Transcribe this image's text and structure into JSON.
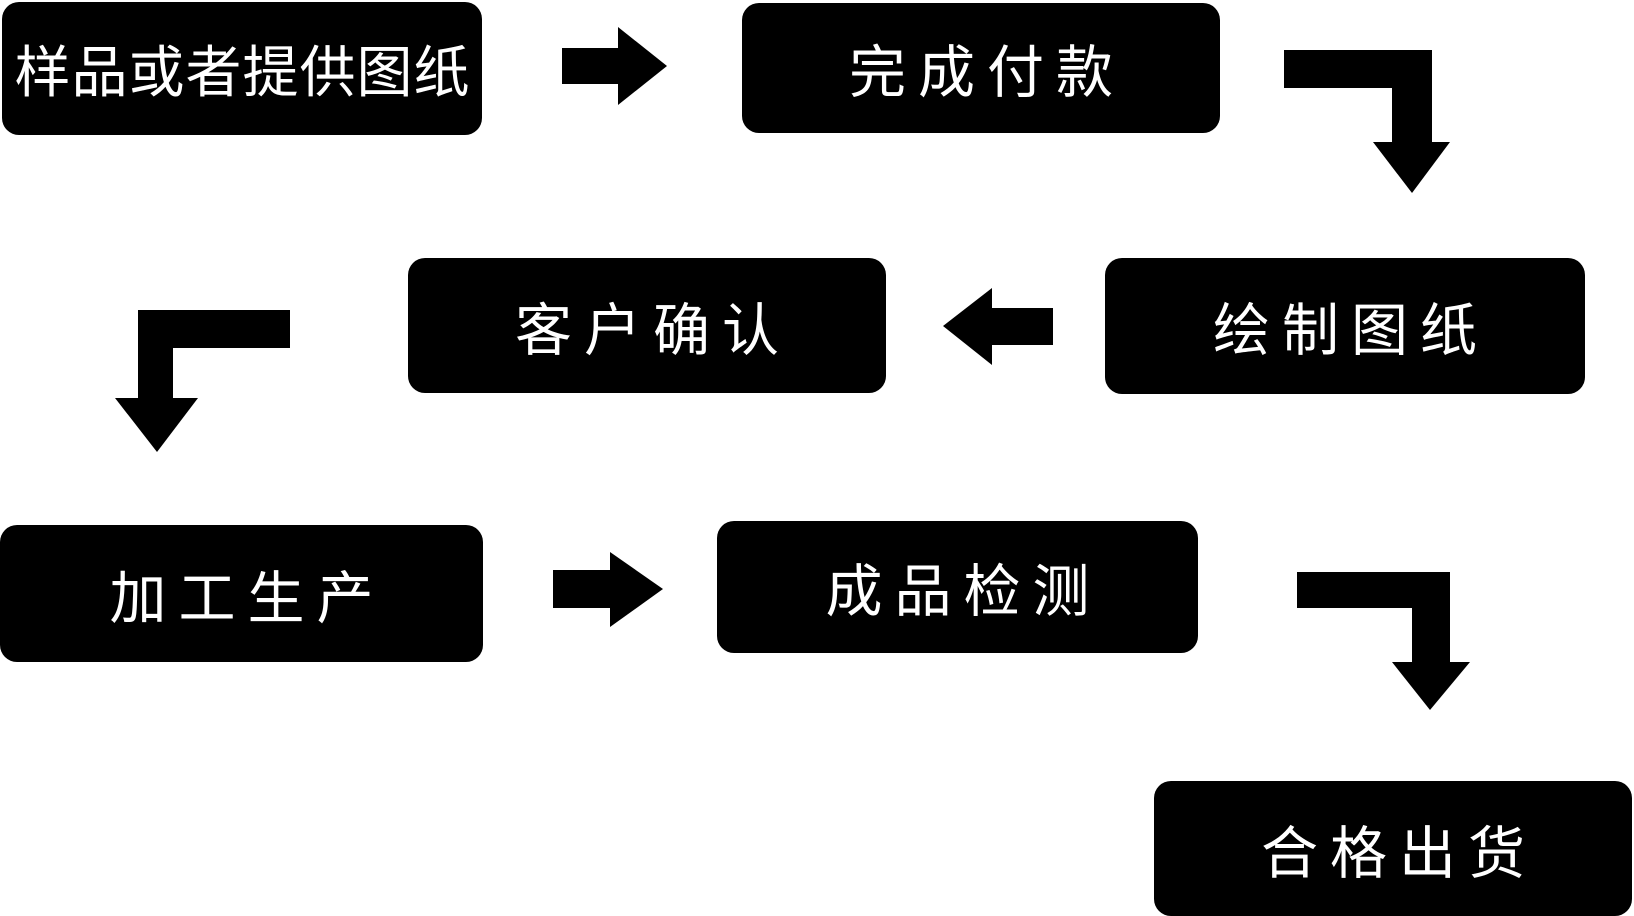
{
  "diagram": {
    "type": "flowchart",
    "background_color": "#ffffff",
    "node_fill_color": "#000000",
    "node_text_color": "#ffffff",
    "arrow_color": "#000000",
    "steps": [
      {
        "label": "样品或者提供图纸"
      },
      {
        "label": "完成付款"
      },
      {
        "label": "绘制图纸"
      },
      {
        "label": "客户确认"
      },
      {
        "label": "加工生产"
      },
      {
        "label": "成品检测"
      },
      {
        "label": "合格出货"
      }
    ],
    "connectors": [
      {
        "from": "样品或者提供图纸",
        "to": "完成付款",
        "shape": "straight-right"
      },
      {
        "from": "完成付款",
        "to": "绘制图纸",
        "shape": "elbow-right-then-down"
      },
      {
        "from": "绘制图纸",
        "to": "客户确认",
        "shape": "straight-left"
      },
      {
        "from": "客户确认",
        "to": "加工生产",
        "shape": "elbow-then-down-left"
      },
      {
        "from": "加工生产",
        "to": "成品检测",
        "shape": "straight-right"
      },
      {
        "from": "成品检测",
        "to": "合格出货",
        "shape": "elbow-right-then-down"
      }
    ]
  }
}
